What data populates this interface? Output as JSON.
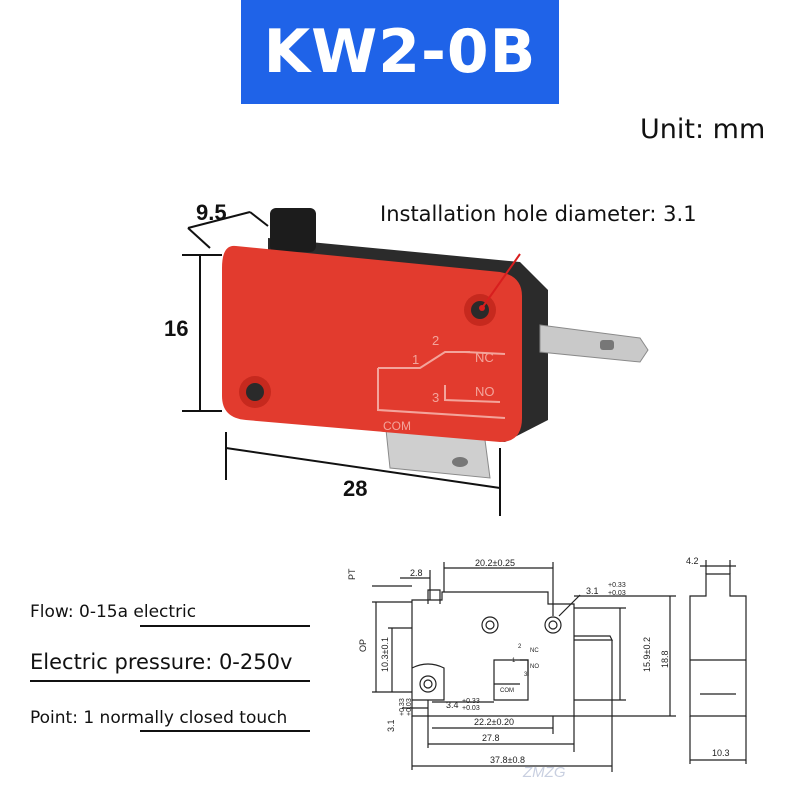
{
  "header": {
    "title": "KW2-0B"
  },
  "unit": "Unit: mm",
  "photo": {
    "hole_label": "Installation hole diameter: 3.1",
    "dim_width": "9.5",
    "dim_height": "16",
    "dim_length": "28",
    "terminal_1": "1",
    "terminal_2": "2",
    "terminal_3": "3",
    "nc": "NC",
    "no": "NO",
    "com": "COM"
  },
  "specs": {
    "flow": "Flow: 0-15a electric",
    "pressure": "Electric pressure: 0-250v",
    "point": "Point: 1 normally closed touch"
  },
  "drawing": {
    "pt": "PT",
    "op": "OP",
    "d_2_8": "2.8",
    "d_20_2": "20.2±0.25",
    "d_hole": "3.1",
    "d_hole_tol_plus": "+0.33",
    "d_hole_tol_minus": "+0.03",
    "d_10_3": "10.3±0.1",
    "d_15_9": "15.9±0.2",
    "d_18_8": "18.8",
    "d_3_4": "3.4",
    "d_3_4_tol_plus": "+0.33",
    "d_3_4_tol_minus": "+0.03",
    "d_3_1_left": "3.1",
    "d_3_1_tol_plus": "+0.33",
    "d_3_1_tol_minus": "+0.03",
    "d_22_2": "22.2±0.20",
    "d_27_8": "27.8",
    "d_37_8": "37.8±0.8",
    "d_4_2": "4.2",
    "d_10_3_side": "10.3",
    "nc": "NC",
    "no": "NO",
    "com": "COM",
    "t1": "1",
    "t2": "2",
    "t3": "3"
  },
  "watermark": "ZMZG",
  "colors": {
    "title_bg": "#1f63e8",
    "switch_red": "#e23b2e",
    "switch_black": "#2a2a2a"
  }
}
